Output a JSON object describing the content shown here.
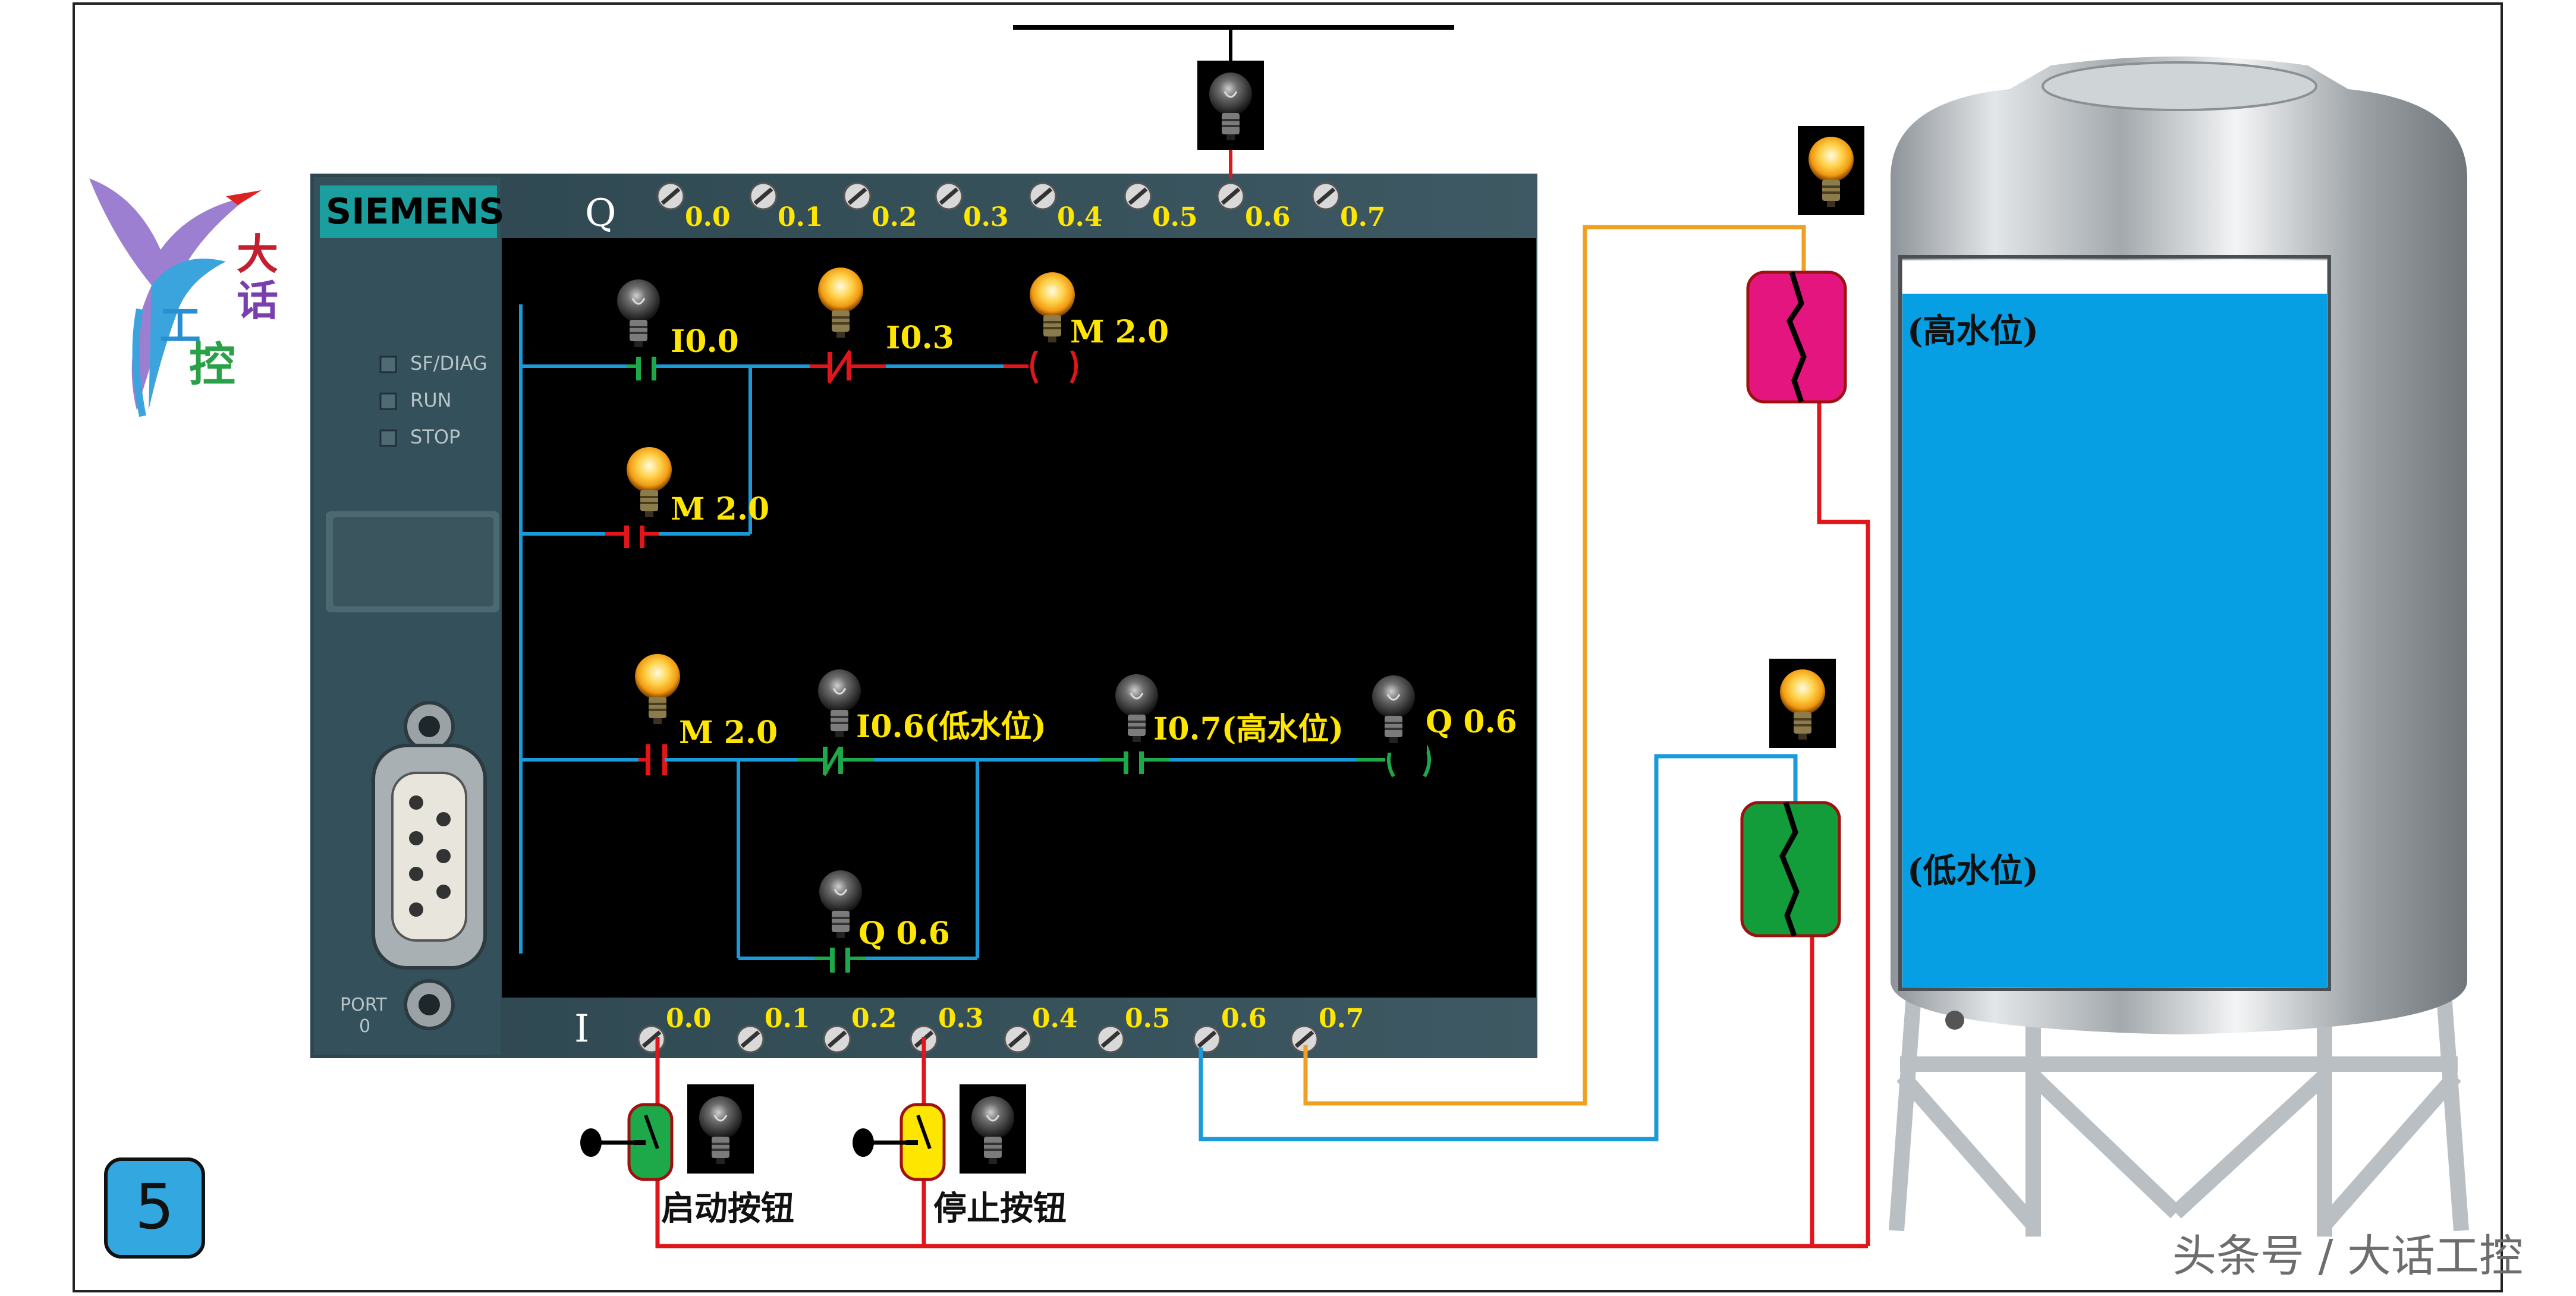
{
  "brand": {
    "name": "SIEMENS",
    "logo_chars": [
      "大",
      "话",
      "工",
      "控"
    ]
  },
  "status_leds": [
    "SF/DIAG",
    "RUN",
    "STOP"
  ],
  "port_label": [
    "PORT",
    "0"
  ],
  "output_prefix": "Q",
  "input_prefix": "I",
  "output_terminals": [
    "0.0",
    "0.1",
    "0.2",
    "0.3",
    "0.4",
    "0.5",
    "0.6",
    "0.7"
  ],
  "input_terminals": [
    "0.0",
    "0.1",
    "0.2",
    "0.3",
    "0.4",
    "0.5",
    "0.6",
    "0.7"
  ],
  "ladder": {
    "rung1": {
      "contact1": "I0.0",
      "contact2": "I0.3",
      "coil": "M 2.0"
    },
    "rung1_branch": {
      "contact": "M 2.0"
    },
    "rung2": {
      "contact1": "M 2.0",
      "contact2": "I0.6(低水位)",
      "contact3": "I0.7(高水位)",
      "coil": "Q 0.6"
    },
    "rung2_branch": {
      "contact": "Q 0.6"
    }
  },
  "tank": {
    "high_label": "(高水位)",
    "low_label": "(低水位)",
    "water_color": "#069fe4"
  },
  "buttons": {
    "start": "启动按钮",
    "stop": "停止按钮"
  },
  "step_number": "5",
  "watermark": "头条号 / 大话工控",
  "colors": {
    "wire_red": "#e0161b",
    "wire_blue": "#1a9ad8",
    "wire_orange": "#f0a020",
    "rail": "#1a9ad8",
    "label_yellow": "#ffe600",
    "contact_green": "#1da849",
    "contact_red": "#e0161b",
    "sensor_high": "#e4157e",
    "sensor_low": "#129c3a"
  }
}
